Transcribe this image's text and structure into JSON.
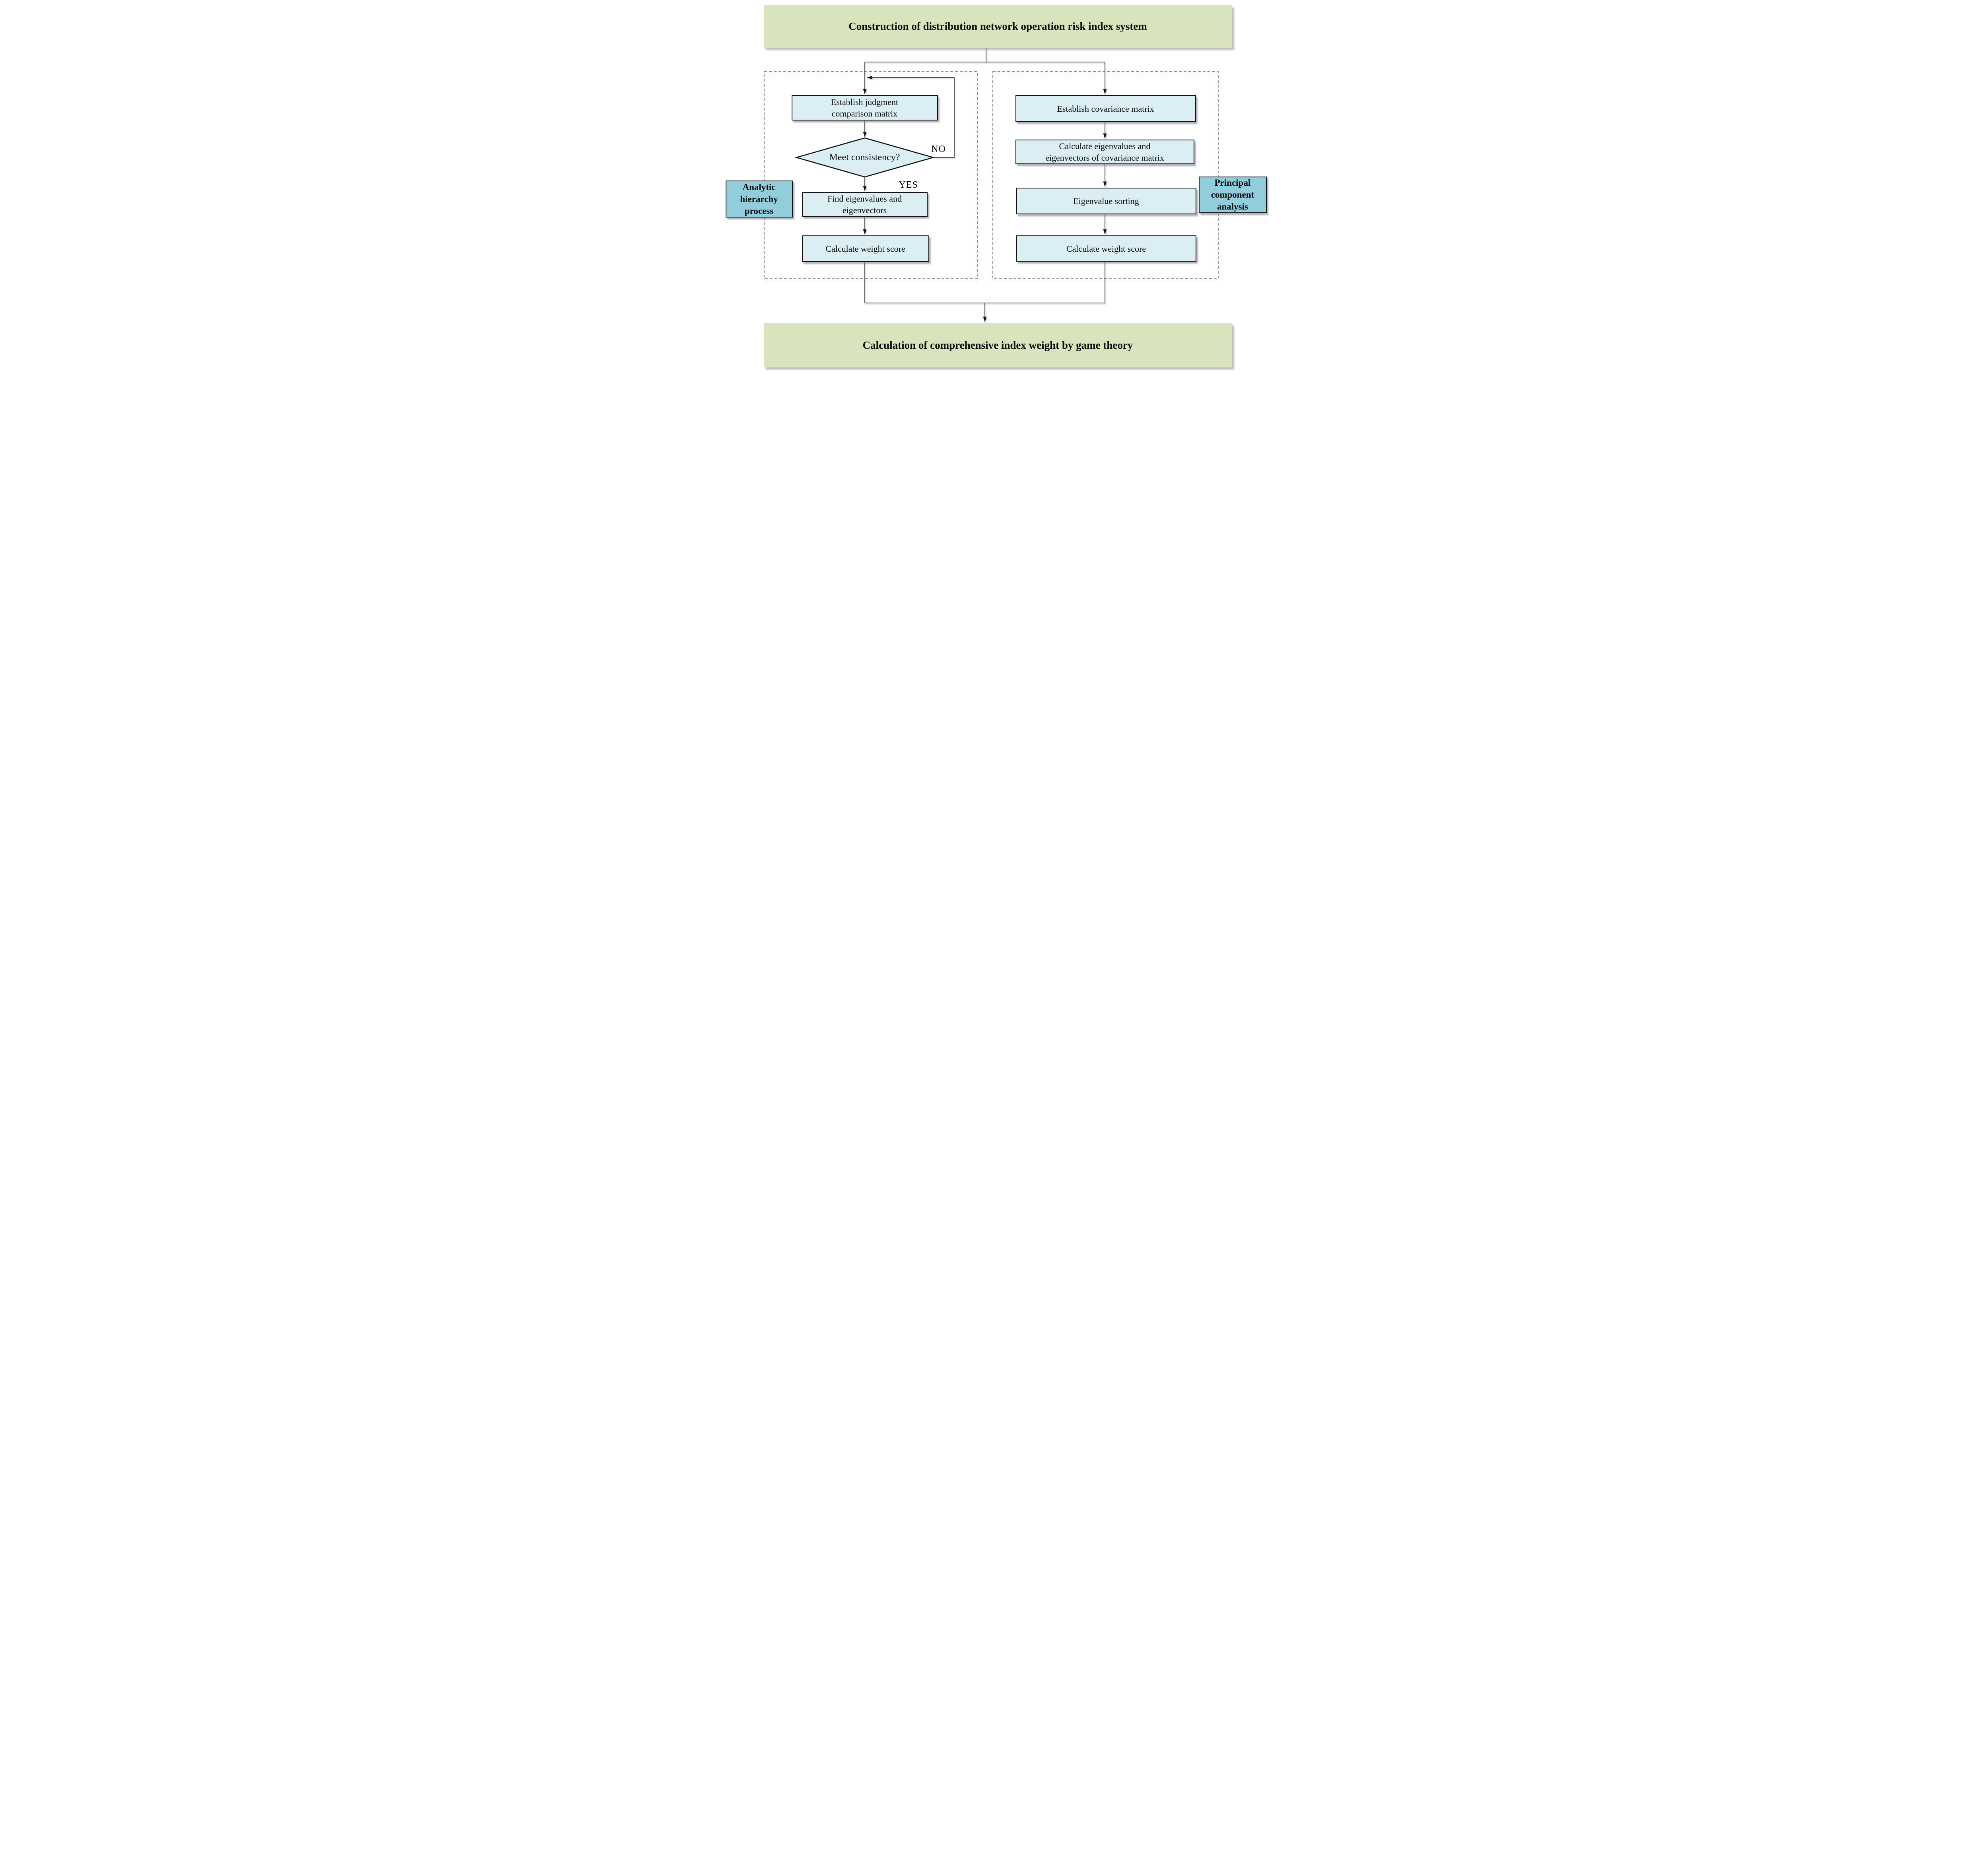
{
  "title_banner": {
    "label": "Construction of distribution network operation risk index system"
  },
  "bottom_banner": {
    "label": "Calculation of comprehensive index weight by game theory"
  },
  "left_group": {
    "side_label": "Analytic hierarchy process",
    "nodes": {
      "judgment_matrix": "Establish judgment comparison matrix",
      "consistency": "Meet consistency?",
      "find_eigen": "Find eigenvalues and eigenvectors",
      "weight_score": "Calculate weight score"
    },
    "edge_labels": {
      "no": "NO",
      "yes": "YES"
    }
  },
  "right_group": {
    "side_label": "Principal component analysis",
    "nodes": {
      "covariance": "Establish covariance matrix",
      "eigen_of_cov": "Calculate eigenvalues and eigenvectors of covariance matrix",
      "sorting": "Eigenvalue sorting",
      "weight_score": "Calculate weight score"
    }
  },
  "theme": {
    "banner_green": "#d7e4bc",
    "node_blue": "#daeef3",
    "label_blue": "#92cddc",
    "line_black": "#141414",
    "dash_gray": "#7f7f7f"
  }
}
